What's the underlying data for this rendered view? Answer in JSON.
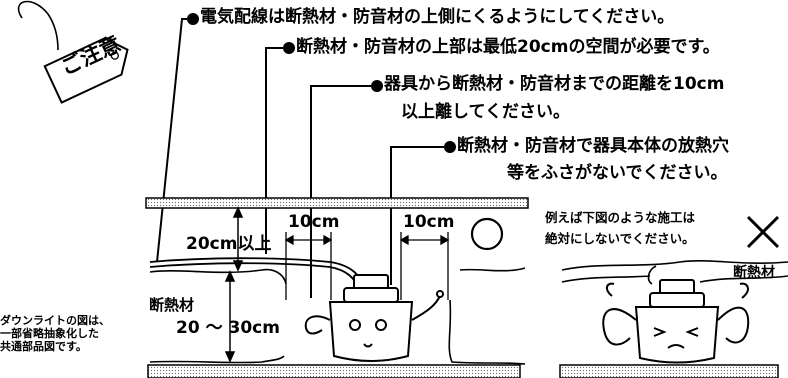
{
  "caution_tag": {
    "label": "ご注意"
  },
  "callouts": [
    {
      "text": "電気配線は断熱材・防音材の上側にくるようにしてください。"
    },
    {
      "text": "断熱材・防音材の上部は最低20cmの空間が必要です。"
    },
    {
      "text": "器具から断熱材・防音材までの距離を10cm"
    },
    {
      "text": "以上離してください。"
    },
    {
      "text": "断熱材・防音材で器具本体の放熱穴"
    },
    {
      "text": "等をふさがないでください。"
    }
  ],
  "left_diagram": {
    "clearance_label": "20cm以上",
    "distance_left": "10cm",
    "distance_right": "10cm",
    "insulation_label": "断熱材",
    "thickness_label": "20 ～ 30cm",
    "ok_symbol": "○"
  },
  "side_note": {
    "line1": "ダウンライトの図は、",
    "line2": "一部省略抽象化した",
    "line3": "共通部品図です。"
  },
  "right_diagram": {
    "warning_line1": "例えば下図のような施工は",
    "warning_line2": "絶対にしないでください。",
    "ng_symbol": "×",
    "insulation_label": "断熱材"
  }
}
